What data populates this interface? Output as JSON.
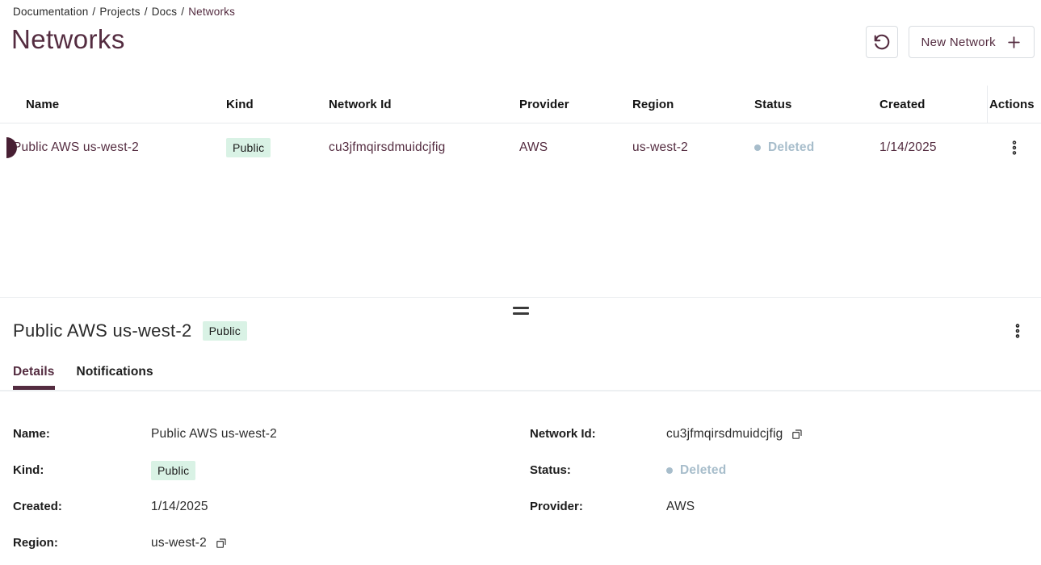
{
  "breadcrumb": {
    "items": [
      "Documentation",
      "Projects",
      "Docs"
    ],
    "current": "Networks",
    "separator": "/"
  },
  "page": {
    "title": "Networks"
  },
  "toolbar": {
    "new_network_label": "New Network"
  },
  "table": {
    "columns": [
      "Name",
      "Kind",
      "Network Id",
      "Provider",
      "Region",
      "Status",
      "Created",
      "Actions"
    ],
    "rows": [
      {
        "name": "Public AWS us-west-2",
        "kind": "Public",
        "network_id": "cu3jfmqirsdmuidcjfig",
        "provider": "AWS",
        "region": "us-west-2",
        "status": "Deleted",
        "created": "1/14/2025",
        "selected": true
      }
    ]
  },
  "drawer": {
    "title": "Public AWS us-west-2",
    "badge": "Public",
    "tabs": [
      {
        "label": "Details",
        "active": true
      },
      {
        "label": "Notifications",
        "active": false
      }
    ],
    "details": {
      "left": [
        {
          "label": "Name:",
          "value": "Public AWS us-west-2"
        },
        {
          "label": "Kind:",
          "value": "Public"
        },
        {
          "label": "Created:",
          "value": "1/14/2025"
        },
        {
          "label": "Region:",
          "value": "us-west-2"
        }
      ],
      "right": [
        {
          "label": "Network Id:",
          "value": "cu3jfmqirsdmuidcjfig"
        },
        {
          "label": "Status:",
          "value": "Deleted"
        },
        {
          "label": "Provider:",
          "value": "AWS"
        }
      ]
    }
  },
  "colors": {
    "accent": "#542c40",
    "accent-dark": "#471f33",
    "badge-bg": "#d9f2e5",
    "badge-text": "#1c1c1c",
    "status": "#a7bdcb",
    "border": "#e7eaed"
  }
}
